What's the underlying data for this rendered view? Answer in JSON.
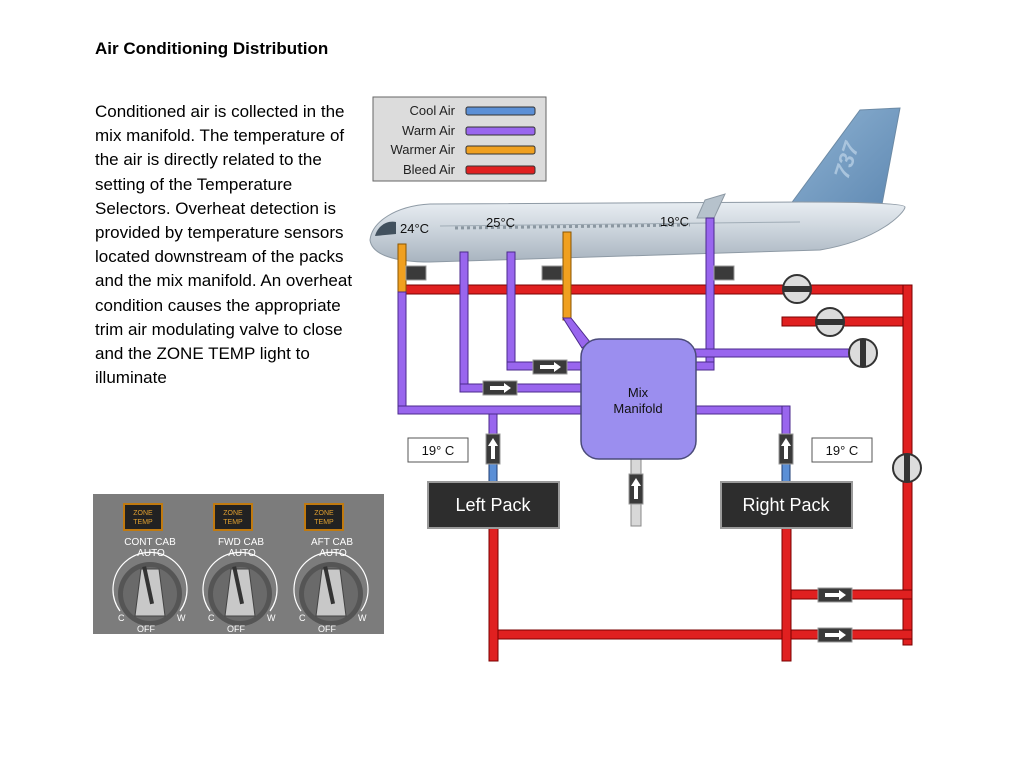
{
  "title": "Air Conditioning Distribution",
  "description": "Conditioned air is collected in the mix manifold. The temperature of the air is directly related to the setting of the Temperature Selectors. Overheat detection is provided by temperature sensors located downstream of the packs and the mix manifold. An overheat condition causes the appropriate trim air modulating valve to close and the ZONE TEMP light to illuminate",
  "legend": [
    {
      "label": "Cool Air",
      "color": "#5b8fd6"
    },
    {
      "label": "Warm Air",
      "color": "#9966ee"
    },
    {
      "label": "Warmer Air",
      "color": "#f0a020"
    },
    {
      "label": "Bleed Air",
      "color": "#e02020"
    }
  ],
  "aircraft": {
    "zone_temps": [
      "24°C",
      "25°C",
      "19°C"
    ],
    "tail_text": "737"
  },
  "diagram": {
    "mix_manifold_line1": "Mix",
    "mix_manifold_line2": "Manifold",
    "left_pack": "Left Pack",
    "right_pack": "Right Pack",
    "left_pack_temp": "19° C",
    "right_pack_temp": "19° C"
  },
  "panel": {
    "selectors": [
      {
        "light_line1": "ZONE",
        "light_line2": "TEMP",
        "name": "CONT CAB",
        "auto": "AUTO",
        "c": "C",
        "w": "W",
        "off": "OFF"
      },
      {
        "light_line1": "ZONE",
        "light_line2": "TEMP",
        "name": "FWD CAB",
        "auto": "AUTO",
        "c": "C",
        "w": "W",
        "off": "OFF"
      },
      {
        "light_line1": "ZONE",
        "light_line2": "TEMP",
        "name": "AFT CAB",
        "auto": "AUTO",
        "c": "C",
        "w": "W",
        "off": "OFF"
      }
    ]
  }
}
